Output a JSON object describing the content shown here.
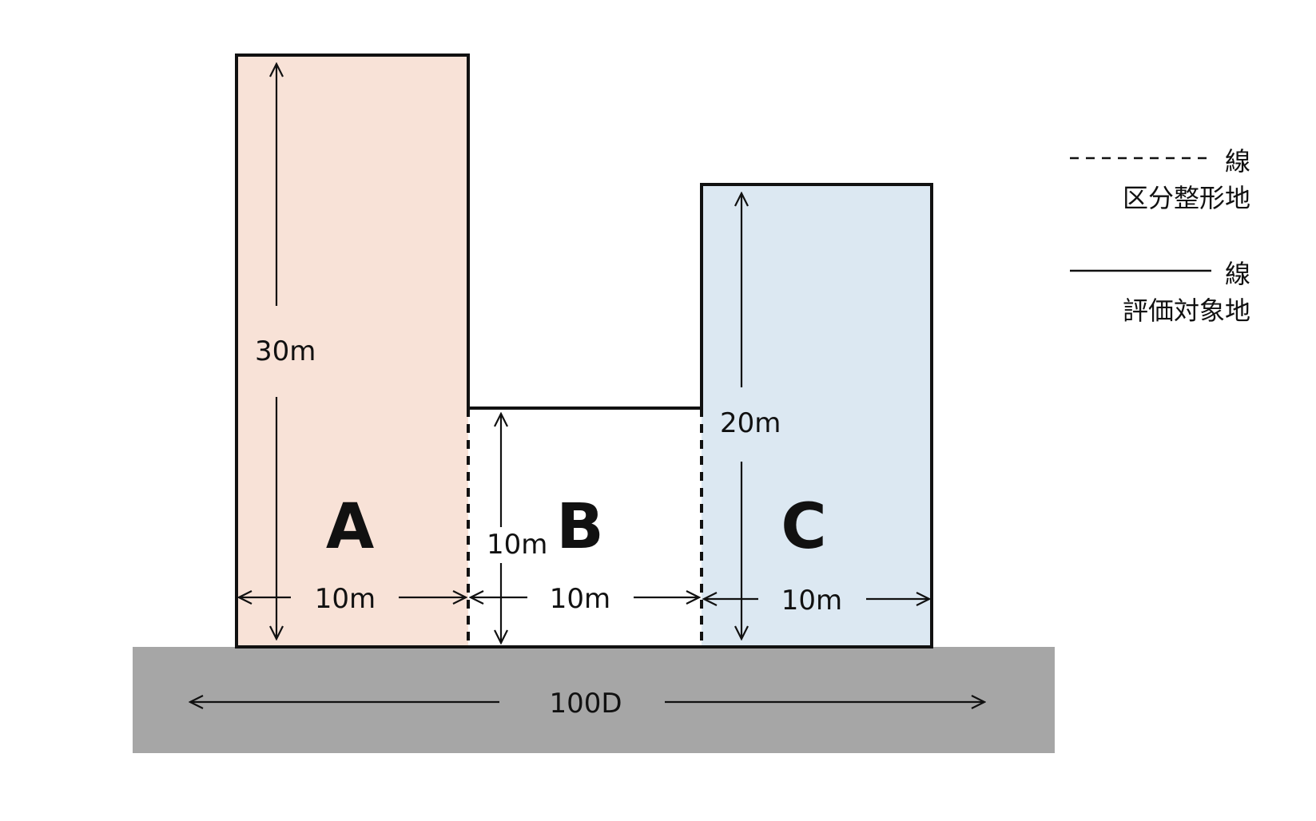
{
  "colors": {
    "lot_a_fill": "#f8e2d7",
    "lot_b_fill": "#ffffff",
    "lot_c_fill": "#dce8f2",
    "road_fill": "#a6a6a6",
    "line": "#111111"
  },
  "lots": {
    "a": {
      "label": "A",
      "height_label": "30m",
      "width_label": "10m"
    },
    "b": {
      "label": "B",
      "height_label": "10m",
      "width_label": "10m"
    },
    "c": {
      "label": "C",
      "height_label": "20m",
      "width_label": "10m"
    }
  },
  "road": {
    "label": "100D"
  },
  "legend": {
    "dashed": {
      "line_text": "線",
      "description": "区分整形地"
    },
    "solid": {
      "line_text": "線",
      "description": "評価対象地"
    }
  }
}
